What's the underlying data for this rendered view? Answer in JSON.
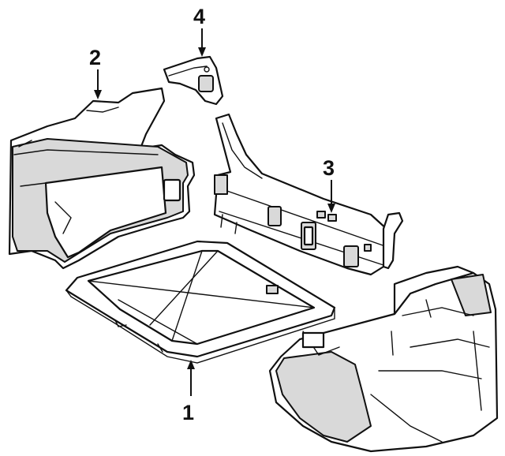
{
  "callouts": {
    "c1": "1",
    "c2": "2",
    "c3": "3",
    "c4": "4"
  },
  "colors": {
    "line": "#111111",
    "shade": "#d9d9d9",
    "background": "#ffffff"
  }
}
